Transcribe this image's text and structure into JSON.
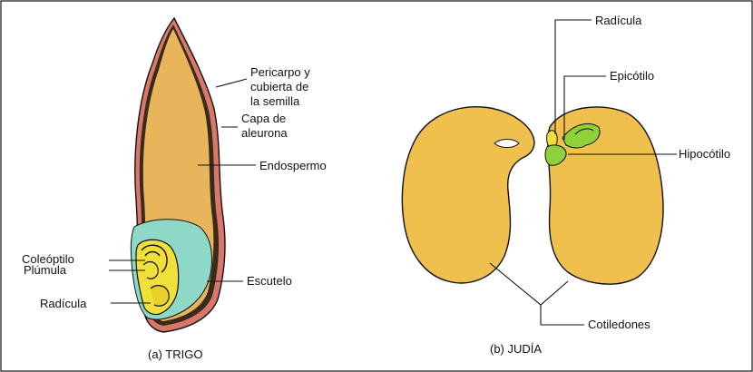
{
  "colors": {
    "endosperm": "#e8b55c",
    "pericarp": "#d9786a",
    "scutellum": "#8ed8c8",
    "embryo": "#f2e03a",
    "bean": "#f0c04f",
    "shoot": "#8fd13a",
    "outline": "#111111"
  },
  "wheat": {
    "caption": "(a) TRIGO",
    "labels": {
      "pericarp_line1": "Pericarpo y",
      "pericarp_line2": "cubierta de",
      "pericarp_line3": "la semilla",
      "aleurone_line1": "Capa de",
      "aleurone_line2": "aleurona",
      "endosperm": "Endospermo",
      "coleoptile": "Coleóptilo",
      "plumule": "Plúmula",
      "scutellum": "Escutelo",
      "radicle": "Radícula"
    }
  },
  "bean": {
    "caption": "(b) JUDÍA",
    "labels": {
      "radicle": "Radícula",
      "epicotyl": "Epicótilo",
      "hypocotyl": "Hipocótilo",
      "cotyledons": "Cotiledones"
    }
  }
}
